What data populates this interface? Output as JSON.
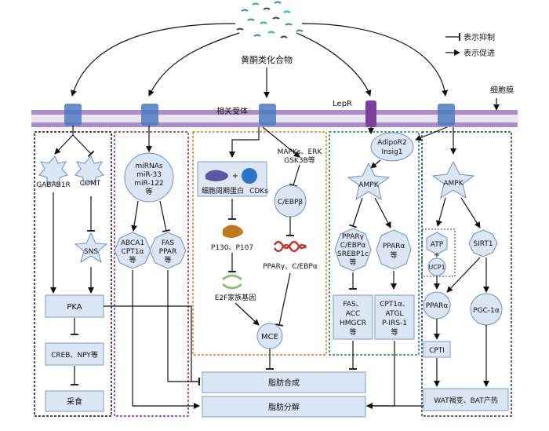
{
  "compound": "黄酮类化合物",
  "legend": {
    "inhibit": "表示抑制",
    "promote": "表示促进"
  },
  "membrane_label": "细胞膜",
  "receptor_label": "相关受体",
  "lepr_label": "LepR",
  "panel1": {
    "gababr": "GABAB1R",
    "comt": "COMT",
    "sns": "SNS",
    "pka": "PKA",
    "creb": "CREB、NPY等",
    "feeding": "采食"
  },
  "panel2": {
    "mirnas": [
      "miRNAs",
      "miR-33",
      "miR-122",
      "等"
    ],
    "abca1": [
      "ABCA1",
      "CPT1α",
      "等"
    ],
    "fas": [
      "FAS",
      "PPAR",
      "等"
    ]
  },
  "panel3": {
    "cycle": "细胞周期蛋白",
    "cdks": "CDKs",
    "plus": "+",
    "p130": "P130、P107",
    "e2f": "E2F家族基因",
    "mce": "MCE",
    "mapks": [
      "MAPKs、ERK",
      "GSK3B等"
    ],
    "cebpb": "C/EBPβ",
    "ppar": "PPARγ、C/EBPα"
  },
  "panel4": {
    "adipor2": [
      "AdipoR2",
      "Insig1"
    ],
    "ampk": "AMPK",
    "pparg": [
      "PPARγ",
      "C/EBPα",
      "SREBP1c",
      "等"
    ],
    "ppara": [
      "PPARα",
      "等"
    ],
    "fas": [
      "FAS、",
      "ACC",
      "HMGCR",
      "等"
    ],
    "cpt": [
      "CPT1α、",
      "ATGL",
      "P-IRS-1",
      "等"
    ]
  },
  "panel5": {
    "ampk": "AMPK",
    "atp": "ATP",
    "plus": "+",
    "ucp1": "UCP1",
    "sirt1": "SIRT1",
    "ppara": "PPARα",
    "pgc": "PGC-1α",
    "cpti": "CPTI",
    "wat": "WAT褐变、BAT产热"
  },
  "bottom": {
    "synthesis": "脂肪合成",
    "decomposition": "脂肪分解"
  },
  "colors": {
    "membrane": "#a98fc9",
    "node": "#dbe6f5",
    "panel2_border": "#8a2a6e",
    "panel3_border": "#e07b1e",
    "panel4_border": "#1f7a6e",
    "panel5_border": "#1e3a5a"
  }
}
